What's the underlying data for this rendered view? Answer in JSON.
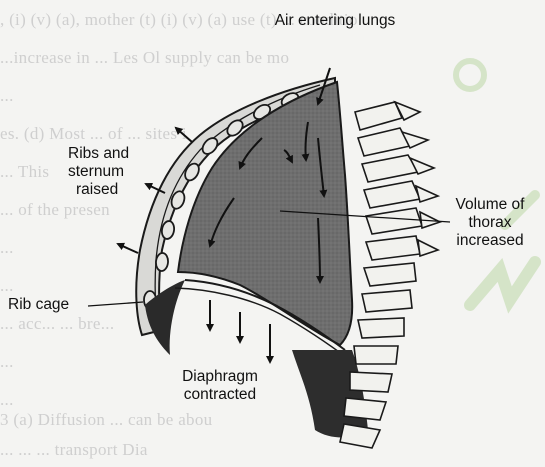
{
  "diagram": {
    "labels": {
      "air_entering": "Air entering lungs",
      "ribs_sternum": [
        "Ribs and",
        "sternum",
        "raised"
      ],
      "volume_thorax": [
        "Volume of",
        "thorax",
        "increased"
      ],
      "rib_cage": "Rib cage",
      "diaphragm": [
        "Diaphragm",
        "contracted"
      ]
    },
    "background_text": [
      ", (i) (v) (a), mother (t) (i) (v) (a) use (t) ... conditio",
      "...increase in ... Les Ol supply can be mo",
      "...",
      "es. (d) Most ... of ... sites i",
      "... This",
      "... of the presen",
      "...",
      "...",
      "... acc... ... bre...",
      "...",
      "...",
      "3 (a) Diffusion ... can be abou",
      "... ... ... transport Dia"
    ],
    "colors": {
      "lung": "#6b6b6b",
      "outline": "#1a1a1a",
      "background": "#f4f4f2",
      "bg_text": "#cfcfcf",
      "watermark": "#bcd7a6"
    }
  }
}
